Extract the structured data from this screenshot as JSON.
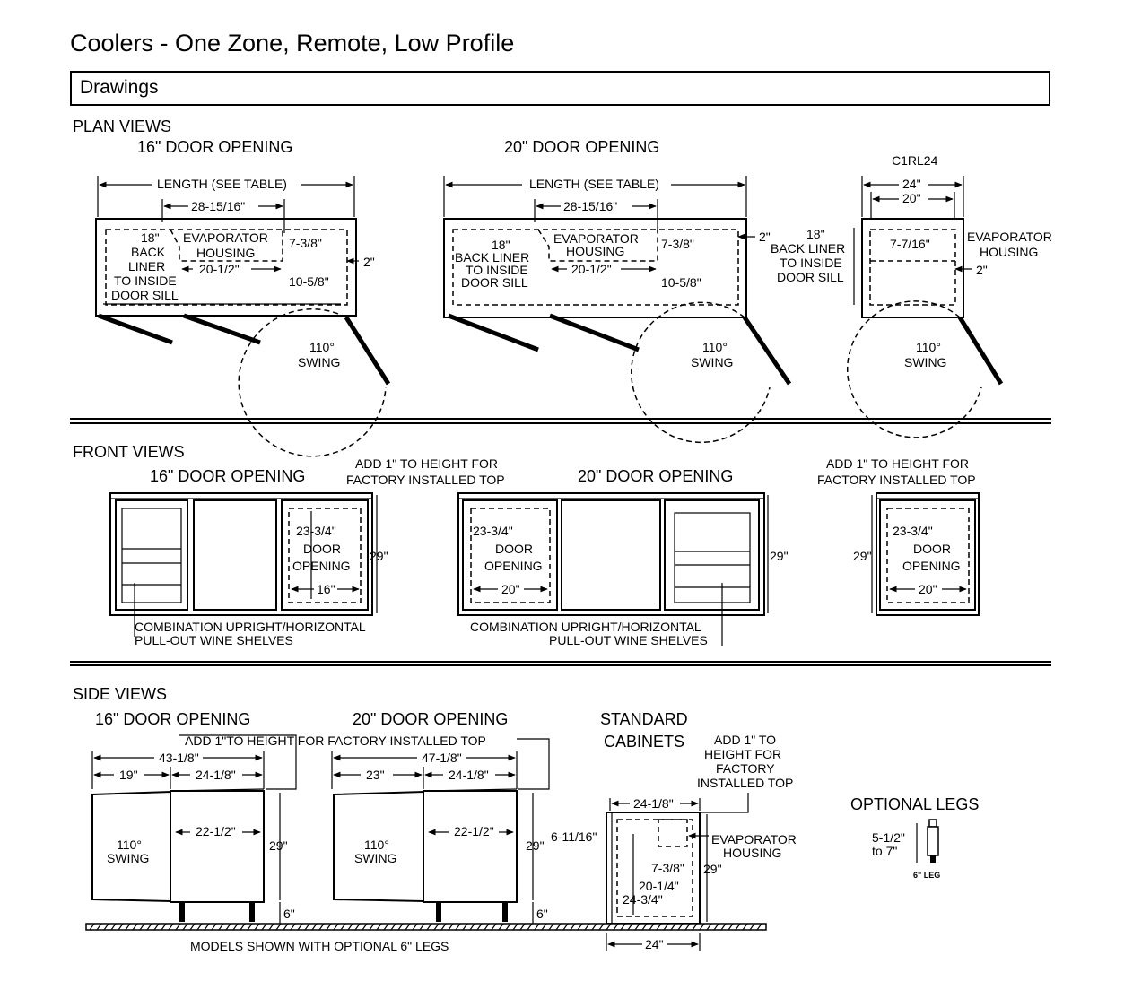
{
  "page": {
    "title": "Coolers - One Zone, Remote, Low Profile",
    "tab": "Drawings"
  },
  "plan": {
    "section": "PLAN VIEWS",
    "h16": "16\" DOOR OPENING",
    "h20": "20\" DOOR OPENING",
    "model24": "C1RL24",
    "length": "LENGTH (SEE TABLE)",
    "d28": "28-15/16\"",
    "d18": "18\"",
    "back_liner": [
      "BACK",
      "LINER",
      "TO INSIDE",
      "DOOR SILL"
    ],
    "back_liner20": [
      "BACK LINER",
      "TO INSIDE",
      "DOOR SILL"
    ],
    "back_liner24": [
      "BACK LINER",
      "TO INSIDE",
      "DOOR SILL"
    ],
    "evap": [
      "EVAPORATOR",
      "HOUSING"
    ],
    "d738": "7-3/8\"",
    "d7716": "7-7/16\"",
    "d2012": "20-1/2\"",
    "d1058": "10-5/8\"",
    "d2": "2\"",
    "d24": "24\"",
    "d20": "20\"",
    "swing": [
      "110°",
      "SWING"
    ]
  },
  "front": {
    "section": "FRONT VIEWS",
    "h16": "16\" DOOR OPENING",
    "h20": "20\" DOOR OPENING",
    "add1": [
      "ADD 1\" TO HEIGHT FOR",
      "FACTORY INSTALLED TOP"
    ],
    "d2334": "23-3/4\"",
    "door_opening": [
      "DOOR",
      "OPENING"
    ],
    "d16": "16\"",
    "d20": "20\"",
    "d29": "29\"",
    "combo": [
      "COMBINATION UPRIGHT/HORIZONTAL",
      "PULL-OUT WINE SHELVES"
    ]
  },
  "side": {
    "section": "SIDE VIEWS",
    "h16": "16\" DOOR OPENING",
    "h20": "20\" DOOR OPENING",
    "standard": [
      "STANDARD",
      "CABINETS"
    ],
    "add1_long": "ADD 1\"TO HEIGHT FOR FACTORY INSTALLED TOP",
    "add1_std": [
      "ADD 1\" TO",
      "HEIGHT FOR",
      "FACTORY",
      "INSTALLED TOP"
    ],
    "d43": "43-1/8\"",
    "d47": "47-1/8\"",
    "d19": "19\"",
    "d23": "23\"",
    "d2418": "24-1/8\"",
    "d2212": "22-1/2\"",
    "d29": "29\"",
    "d6": "6\"",
    "swing": [
      "110°",
      "SWING"
    ],
    "d61116": "6-11/16\"",
    "d738": "7-3/8\"",
    "d2014": "20-1/4\"",
    "d2434": "24-3/4\"",
    "d24": "24\"",
    "evap": [
      "EVAPORATOR",
      "HOUSING"
    ],
    "models_note": "MODELS SHOWN WITH OPTIONAL 6\" LEGS"
  },
  "legs": {
    "title": "OPTIONAL LEGS",
    "range": [
      "5-1/2\"",
      "to 7\""
    ],
    "caption": "6\" LEG"
  }
}
